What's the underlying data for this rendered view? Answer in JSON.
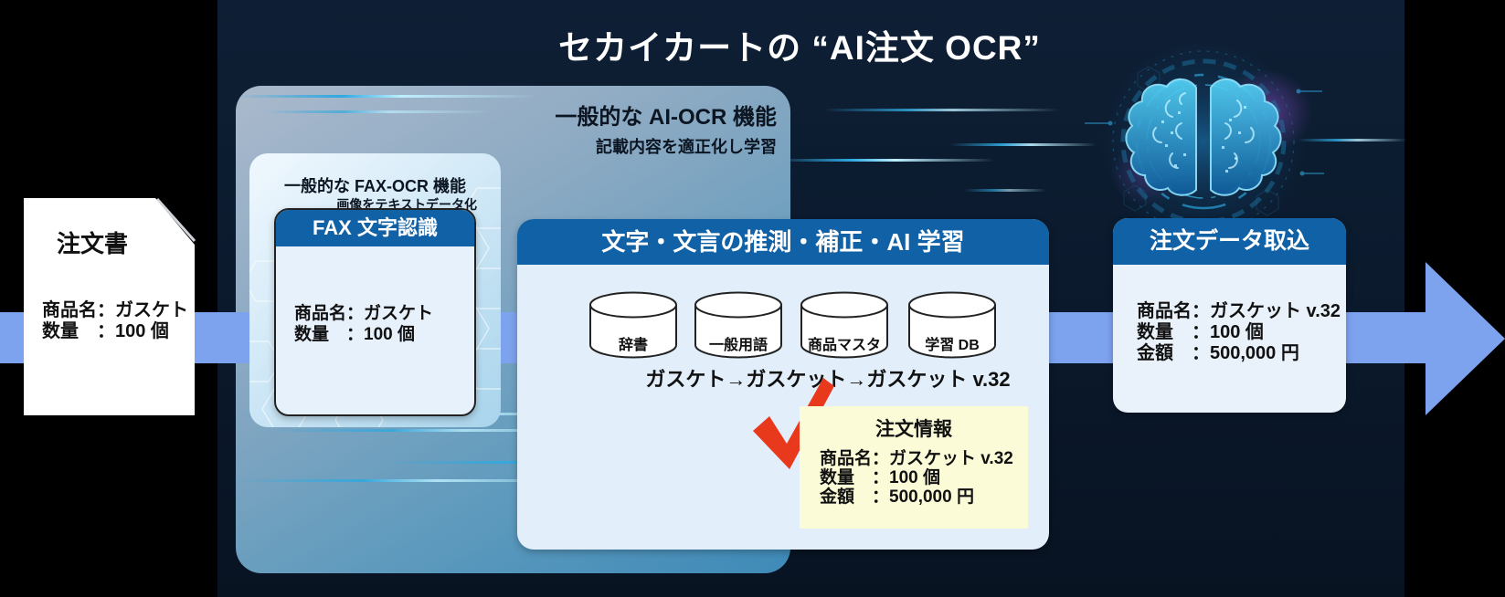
{
  "title": "セカイカートの “AI注文 OCR”",
  "source_document": {
    "title": "注文書",
    "lines": [
      "商品名：ガスケト",
      "数量　：100 個"
    ]
  },
  "ai_ocr_panel": {
    "title": "一般的な AI-OCR 機能",
    "subtitle": "記載内容を適正化し学習"
  },
  "fax_ocr_panel": {
    "title": "一般的な FAX-OCR 機能",
    "subtitle": "画像をテキストデータ化",
    "card": {
      "header": "FAX 文字認識",
      "lines": [
        "商品名：ガスケト",
        "数量　：100 個"
      ]
    }
  },
  "inference_card": {
    "header": "文字・文言の推測・補正・AI 学習",
    "databases": [
      "辞書",
      "一般用語",
      "商品マスタ",
      "学習 DB"
    ],
    "correction_flow": "ガスケト→ガスケット→ガスケット v.32",
    "order_info": {
      "title": "注文情報",
      "lines": [
        "商品名：ガスケット v.32",
        "数量　：100 個",
        "金額　：500,000 円"
      ]
    }
  },
  "import_card": {
    "header": "注文データ取込",
    "lines": [
      "商品名：ガスケット v.32",
      "数量　：100 個",
      "金額　：500,000 円"
    ]
  },
  "icons": {
    "checkmark": "correction approved",
    "brain": "AI brain graphic",
    "databases": "database cylinders",
    "arrow": "process flow left to right"
  },
  "colors": {
    "header_blue": "#1161a6",
    "arrow_blue": "#7da2ee",
    "panel_navy": "#0b1a2d",
    "highlight_yellow": "#fcfbd7",
    "check_red": "#e8391d",
    "accent_cyan": "#3ec6f2"
  }
}
